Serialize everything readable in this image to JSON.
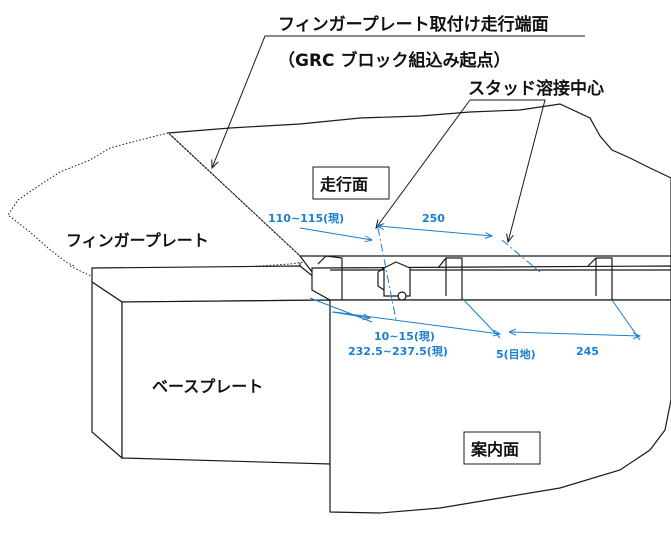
{
  "labels": {
    "top_callout_line1": "フィンガープレート取付け走行端面",
    "top_callout_line2": "（GRC ブロック組込み起点）",
    "stud_center": "スタッド溶接中心",
    "running_surface": "走行面",
    "finger_plate": "フィンガープレート",
    "base_plate": "ベースプレート",
    "guide_surface": "案内面"
  },
  "dimensions": {
    "d_110_115": "110~115(現)",
    "d_250": "250",
    "d_10_15": "10~15(現)",
    "d_232_237": "232.5~237.5(現)",
    "d_5_joint": "5(目地)",
    "d_245": "245"
  },
  "colors": {
    "line": "#1a1a1a",
    "dimension": "#1a7fd0",
    "background": "#ffffff"
  }
}
